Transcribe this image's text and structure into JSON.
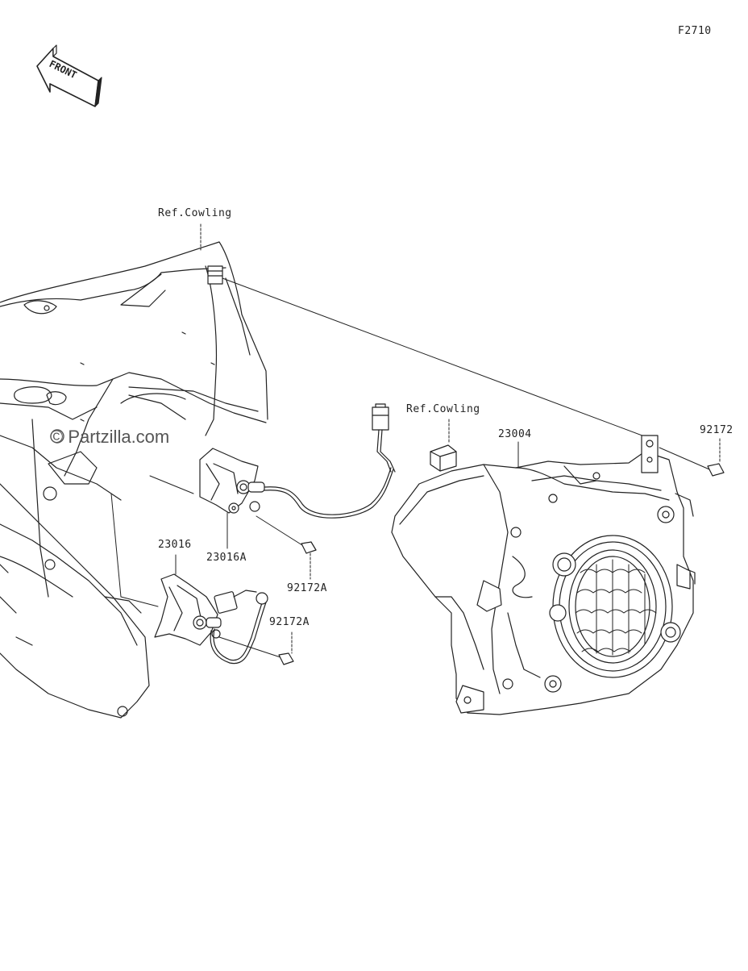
{
  "figure_code": "F2710",
  "front_arrow": "FRONT",
  "watermark": "© Partzilla.com",
  "labels": {
    "ref_cowling_top": "Ref.Cowling",
    "ref_cowling_mid": "Ref.Cowling",
    "p23004": "23004",
    "p92172": "92172",
    "p23016": "23016",
    "p23016A": "23016A",
    "p92172A_1": "92172A",
    "p92172A_2": "92172A"
  },
  "colors": {
    "line": "#222222",
    "text": "#222222",
    "background": "#ffffff"
  }
}
